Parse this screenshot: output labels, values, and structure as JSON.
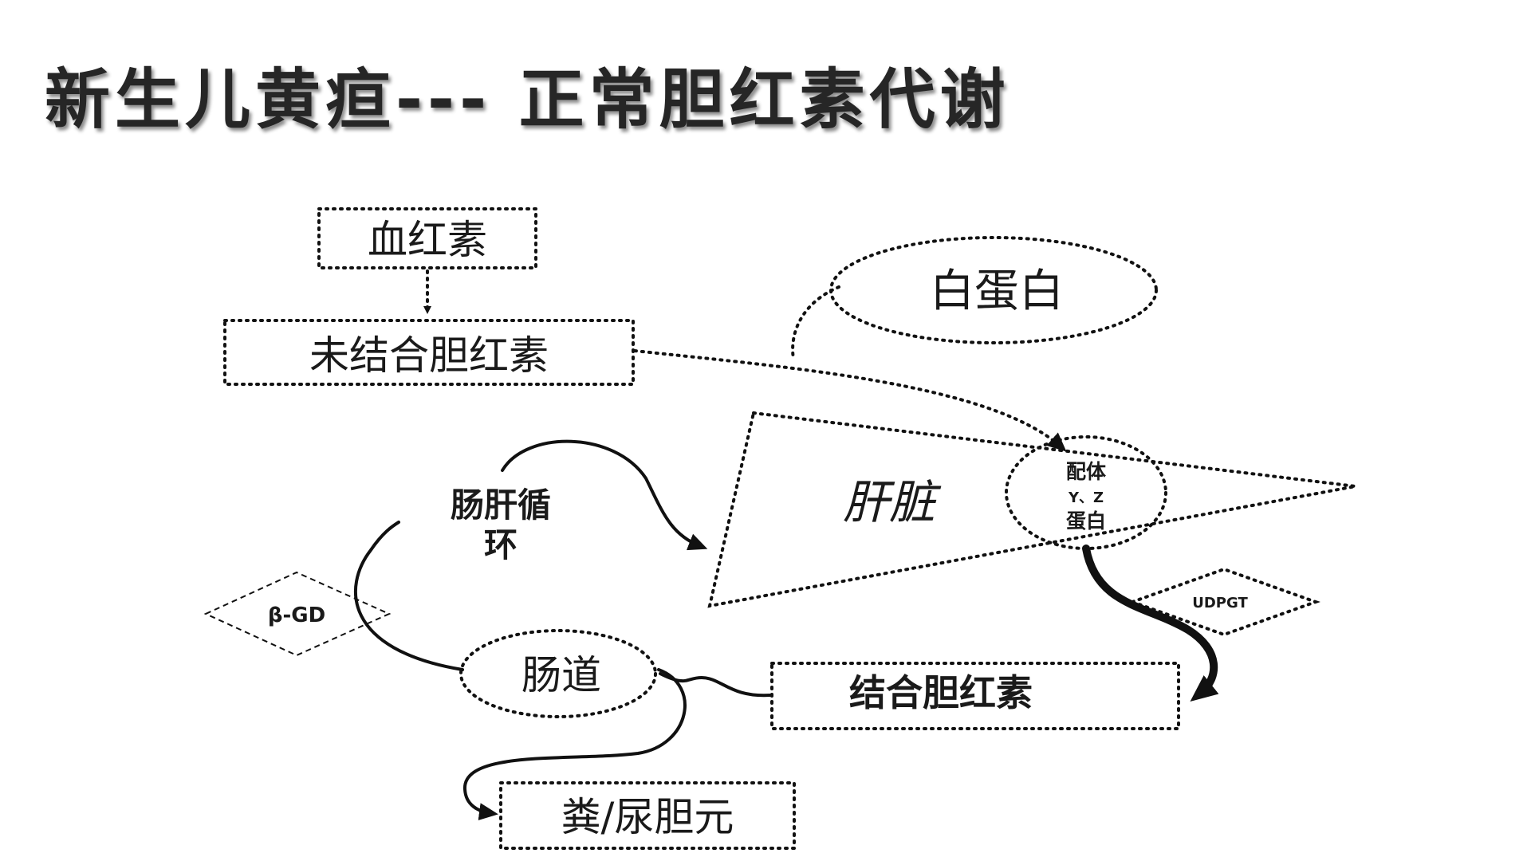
{
  "title": "新生儿黄疸--- 正常胆红素代谢",
  "nodes": {
    "hemoglobin": "血红素",
    "unconjugated_bilirubin": "未结合胆红素",
    "albumin": "白蛋白",
    "liver": "肝脏",
    "ligandin_line1": "配体",
    "ligandin_line2": "Y、Z",
    "ligandin_line3": "蛋白",
    "enterohepatic_line1": "肠肝循",
    "enterohepatic_line2": "环",
    "beta_gd": "β-GD",
    "udpgt": "UDPGT",
    "intestine": "肠道",
    "conjugated_bilirubin": "结合胆红素",
    "urobilinogen": "粪/尿胆元"
  }
}
